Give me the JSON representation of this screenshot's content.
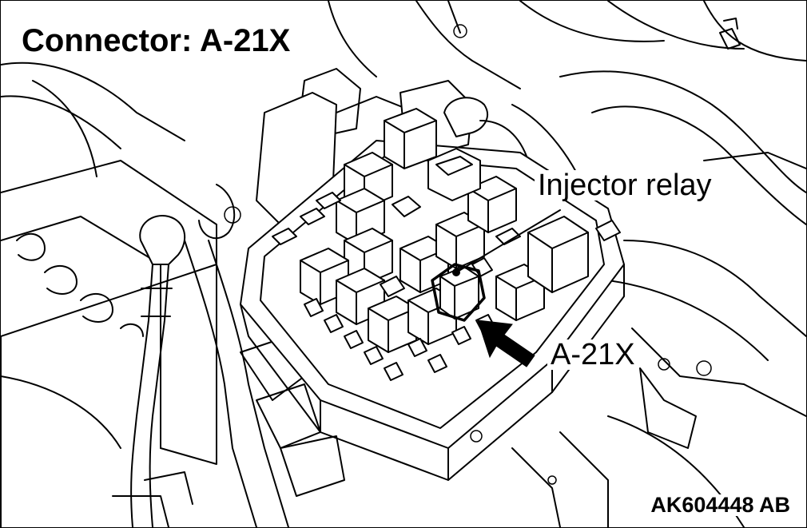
{
  "diagram": {
    "title": "Connector: A-21X",
    "labels": {
      "relay": "Injector relay",
      "connector": "A-21X"
    },
    "figure_code": "AK604448 AB"
  }
}
